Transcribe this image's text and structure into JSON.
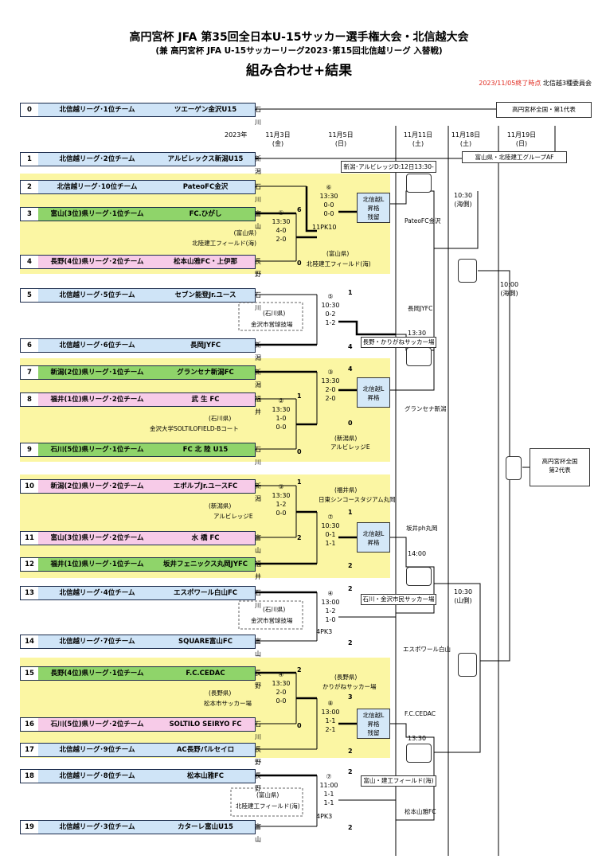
{
  "title": {
    "line1": "高円宮杯 JFA 第35回全日本U-15サッカー選手権大会・北信越大会",
    "line2": "(兼 高円宮杯 JFA U-15サッカーリーグ2023･第15回北信越リーグ 入替戦)",
    "line3": "組み合わせ+結果"
  },
  "stamp": {
    "date": "2023/11/05終了時点",
    "org": "北信越3種委員会"
  },
  "columns": {
    "year": "2023年",
    "d1": "11月3日",
    "d1w": "(金)",
    "d2": "11月5日",
    "d2w": "(日)",
    "d3": "11月11日",
    "d3w": "(土)",
    "d4": "11月18日",
    "d4w": "(土)",
    "d5": "11月19日",
    "d5w": "(日)"
  },
  "teams": [
    {
      "no": "0",
      "league": "北信越リーグ･1位チーム",
      "name": "ツエーゲン金沢U15",
      "pref": "石川",
      "color": "blue"
    },
    {
      "no": "1",
      "league": "北信越リーグ･2位チーム",
      "name": "アルビレックス新潟U15",
      "pref": "新潟",
      "color": "blue"
    },
    {
      "no": "2",
      "league": "北信越リーグ･10位チーム",
      "name": "PateoFC金沢",
      "pref": "石川",
      "color": "blue"
    },
    {
      "no": "3",
      "league": "富山(3位)県リーグ･1位チーム",
      "name": "FC.ひがし",
      "pref": "富山",
      "color": "green"
    },
    {
      "no": "4",
      "league": "長野(4位)県リーグ･2位チーム",
      "name": "松本山雅FC・上伊那",
      "pref": "長野",
      "color": "pink"
    },
    {
      "no": "5",
      "league": "北信越リーグ･5位チーム",
      "name": "セブン能登Jr.ユース",
      "pref": "石川",
      "color": "blue"
    },
    {
      "no": "6",
      "league": "北信越リーグ･6位チーム",
      "name": "長岡JYFC",
      "pref": "新潟",
      "color": "blue"
    },
    {
      "no": "7",
      "league": "新潟(2位)県リーグ･1位チーム",
      "name": "グランセナ新潟FC",
      "pref": "新潟",
      "color": "green"
    },
    {
      "no": "8",
      "league": "福井(1位)県リーグ･2位チーム",
      "name": "武 生 FC",
      "pref": "福井",
      "color": "pink"
    },
    {
      "no": "9",
      "league": "石川(5位)県リーグ･1位チーム",
      "name": "FC 北 陸 U15",
      "pref": "石川",
      "color": "green"
    },
    {
      "no": "10",
      "league": "新潟(2位)県リーグ･2位チーム",
      "name": "エボルブJr.ユースFC",
      "pref": "新潟",
      "color": "pink"
    },
    {
      "no": "11",
      "league": "富山(3位)県リーグ･2位チーム",
      "name": "水 橋 FC",
      "pref": "富山",
      "color": "pink"
    },
    {
      "no": "12",
      "league": "福井(1位)県リーグ･1位チーム",
      "name": "坂井フェニックス丸岡JYFC",
      "pref": "福井",
      "color": "green"
    },
    {
      "no": "13",
      "league": "北信越リーグ･4位チーム",
      "name": "エスポワール白山FC",
      "pref": "石川",
      "color": "blue"
    },
    {
      "no": "14",
      "league": "北信越リーグ･7位チーム",
      "name": "SQUARE富山FC",
      "pref": "富山",
      "color": "blue"
    },
    {
      "no": "15",
      "league": "長野(4位)県リーグ･1位チーム",
      "name": "F.C.CEDAC",
      "pref": "長野",
      "color": "green"
    },
    {
      "no": "16",
      "league": "石川(5位)県リーグ･2位チーム",
      "name": "SOLTILO SEIRYO FC",
      "pref": "石川",
      "color": "pink"
    },
    {
      "no": "17",
      "league": "北信越リーグ･9位チーム",
      "name": "AC長野パルセイロ",
      "pref": "長野",
      "color": "blue"
    },
    {
      "no": "18",
      "league": "北信越リーグ･8位チーム",
      "name": "松本山雅FC",
      "pref": "長野",
      "color": "blue"
    },
    {
      "no": "19",
      "league": "北信越リーグ･3位チーム",
      "name": "カターレ富山U15",
      "pref": "富山",
      "color": "blue"
    }
  ],
  "notes": {
    "zenkoku1": "高円宮杯全国・第1代表",
    "zenkoku2": "高円宮杯全国\n第2代表",
    "niigata_albi": "新潟･アルビレッジD:12日13:30-",
    "toyama_af": "富山県・北陸建工グループAF",
    "hokushinetsu_zanryu": "北信越L\n昇格\n残留",
    "hokushinetsu_shokaku": "北信越L\n昇格"
  },
  "matches": {
    "m1": {
      "no": "①",
      "time": "13:30",
      "s1": "4-0",
      "s2": "2-0",
      "venue1": "(富山県)",
      "venue2": "北陸建工フィールド(海)",
      "top": "6",
      "bottom": "0"
    },
    "m6": {
      "no": "⑥",
      "time": "13:30",
      "s1": "0-0",
      "s2": "0-0",
      "pk": "11PK10",
      "venue1": "(富山県)",
      "venue2": "北陸建工フィールド(海)"
    },
    "m10_1030": {
      "time": "10:30",
      "side": "(海側)"
    },
    "m11_1000": {
      "time": "10:00",
      "side": "(海側)"
    },
    "m5": {
      "no": "⑤",
      "time": "10:30",
      "s1": "0-2",
      "s2": "1-2",
      "venue1": "(石川県)",
      "venue2": "金沢市営球技場",
      "top": "1",
      "bottom": "4"
    },
    "m_nagaoka": {
      "team": "長岡JYFC",
      "time": "13:30",
      "venue": "長野・かりがねサッカー場"
    },
    "m3": {
      "no": "③",
      "time": "13:30",
      "s1": "2-0",
      "s2": "2-0",
      "top": "4",
      "bottom": "0"
    },
    "m2": {
      "no": "②",
      "time": "13:30",
      "s1": "1-0",
      "s2": "0-0",
      "venue1": "(石川県)",
      "venue2": "金沢大学SOLTILOFIELD-Bコート",
      "top": "1",
      "bottom": "0"
    },
    "m3v": {
      "venue1": "(新潟県)",
      "venue2": "アルビレッジE"
    },
    "winner_grancena": "グランセナ新潟",
    "winner_pateo": "PateoFC金沢",
    "m7v": {
      "venue1": "(福井県)",
      "venue2": "日東シンコースタジアム丸岡"
    },
    "m3b": {
      "no": "③",
      "time": "13:30",
      "s1": "1-2",
      "s2": "0-0",
      "venue1": "(新潟県)",
      "venue2": "アルビレッジE",
      "top": "1",
      "bottom": "2"
    },
    "m7": {
      "no": "⑦",
      "time": "10:30",
      "s1": "0-1",
      "s2": "1-1",
      "top": "1",
      "bottom": "2"
    },
    "winner_sakai": "坂井ph丸岡",
    "m_14": {
      "time": "14:00",
      "venue": "石川・金沢市民サッカー場"
    },
    "m_1030y": {
      "time": "10:30",
      "side": "(山側)"
    },
    "m4": {
      "no": "④",
      "time": "13:00",
      "s1": "1-2",
      "s2": "1-0",
      "pk": "4PK3",
      "venue1": "(石川県)",
      "venue2": "金沢市営球技場",
      "top": "2",
      "bottom": "2"
    },
    "winner_esp": "エスポワール白山",
    "m4b": {
      "no": "④",
      "time": "13:30",
      "s1": "2-0",
      "s2": "0-0",
      "venue1": "(長野県)",
      "venue2": "松本市サッカー場",
      "top": "2",
      "bottom": "0"
    },
    "m8v": {
      "venue1": "(長野県)",
      "venue2": "かりがねサッカー場"
    },
    "m8": {
      "no": "⑧",
      "time": "13:00",
      "s1": "1-1",
      "s2": "2-1",
      "top": "3",
      "bottom": "2"
    },
    "winner_cedac": "F.C.CEDAC",
    "m_1330": {
      "time": "13:30",
      "venue": "富山・建工フィールド(海)"
    },
    "m9": {
      "no": "⑦",
      "time": "11:00",
      "s1": "1-1",
      "s2": "1-1",
      "pk": "4PK3",
      "venue1": "(富山県)",
      "venue2": "北陸建工フィールド(海)",
      "top": "2",
      "bottom": "2"
    },
    "winner_yamaga": "松本山雅FC"
  }
}
